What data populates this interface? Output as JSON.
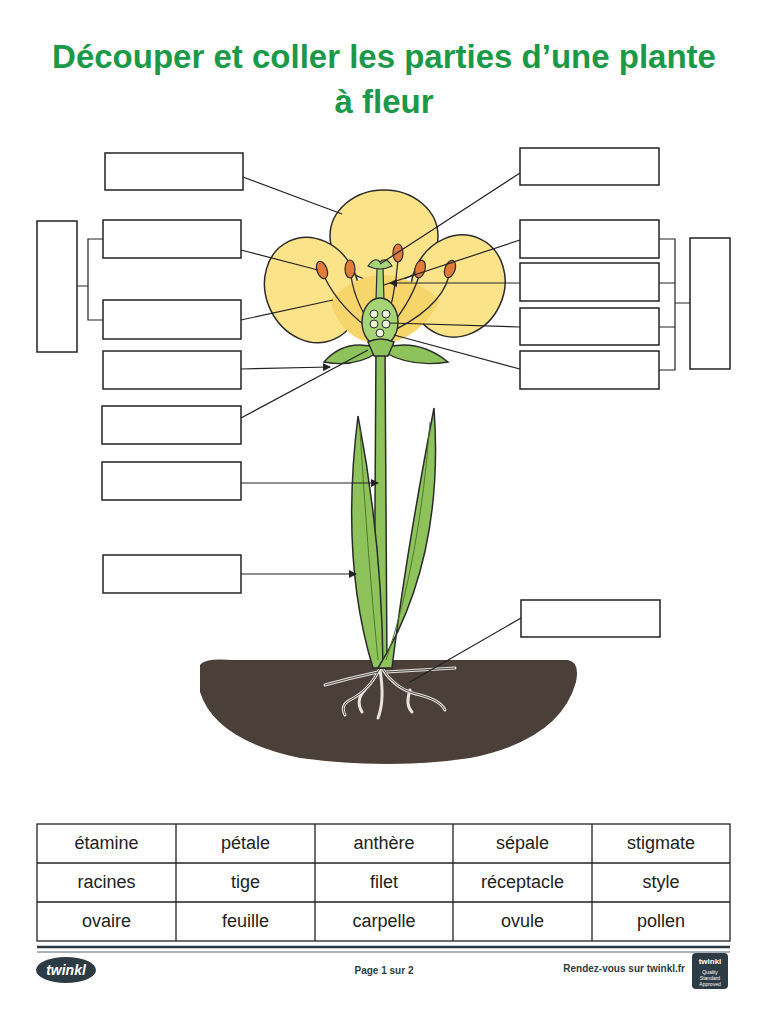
{
  "diagram": {
    "title": "Découper et coller les parties d’une plante à fleur",
    "labels": [
      "étamine",
      "pétale",
      "anthère",
      "sépale",
      "stigmate",
      "racines",
      "tige",
      "filet",
      "réceptacle",
      "style",
      "ovaire",
      "feuille",
      "carpelle",
      "ovule",
      "pollen",
      "twinkl",
      "Page 1 sur 2",
      "Rendez-vous sur twinkl.fr",
      "twinkl",
      "Quality Standard Approved"
    ]
  }
}
